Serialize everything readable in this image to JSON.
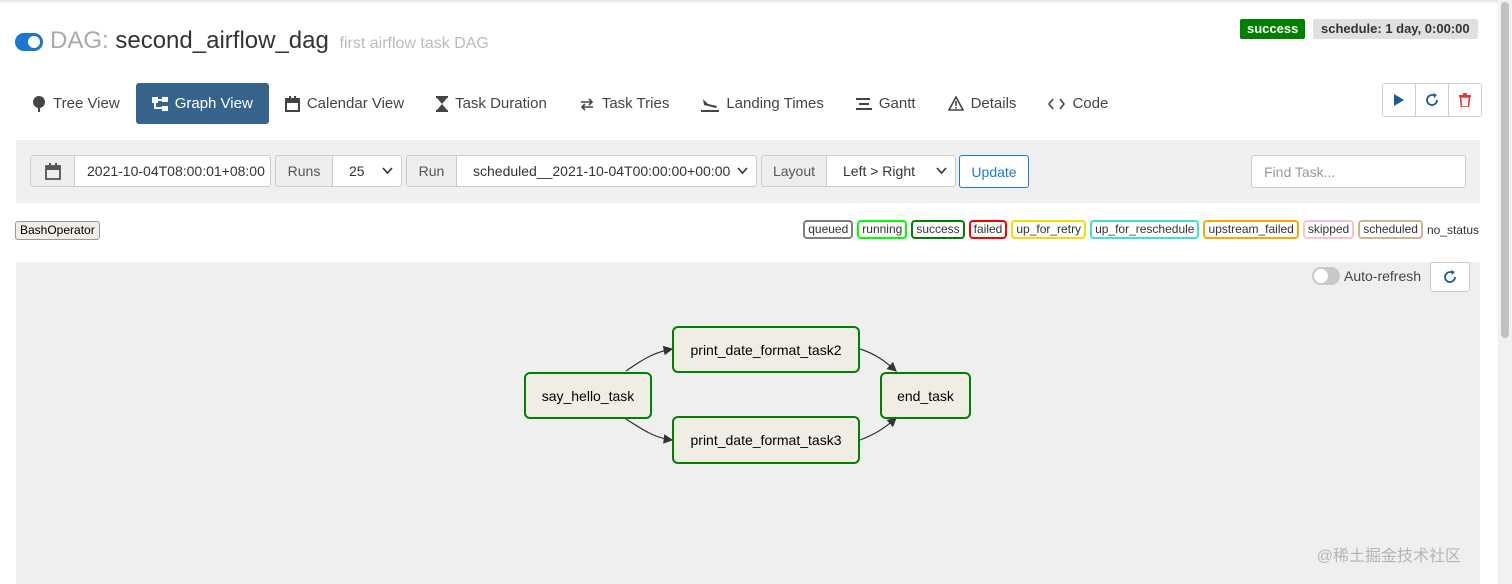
{
  "header": {
    "dag_prefix": "DAG:",
    "dag_name": "second_airflow_dag",
    "dag_description": "first airflow task DAG",
    "status": "success",
    "schedule": "schedule: 1 day, 0:00:00"
  },
  "tabs": [
    {
      "label": "Tree View",
      "icon": "tree-icon",
      "active": false
    },
    {
      "label": "Graph View",
      "icon": "graph-icon",
      "active": true
    },
    {
      "label": "Calendar View",
      "icon": "calendar-icon",
      "active": false
    },
    {
      "label": "Task Duration",
      "icon": "hourglass-icon",
      "active": false
    },
    {
      "label": "Task Tries",
      "icon": "retry-arrows-icon",
      "active": false
    },
    {
      "label": "Landing Times",
      "icon": "plane-landing-icon",
      "active": false
    },
    {
      "label": "Gantt",
      "icon": "gantt-icon",
      "active": false
    },
    {
      "label": "Details",
      "icon": "warning-icon",
      "active": false
    },
    {
      "label": "Code",
      "icon": "code-icon",
      "active": false
    }
  ],
  "actions": [
    "play-icon",
    "refresh-icon",
    "trash-icon"
  ],
  "filters": {
    "base_date": "2021-10-04T08:00:01+08:00",
    "runs_label": "Runs",
    "runs_value": "25",
    "run_label": "Run",
    "run_value": "scheduled__2021-10-04T00:00:00+00:00",
    "layout_label": "Layout",
    "layout_value": "Left > Right",
    "update_label": "Update",
    "find_placeholder": "Find Task..."
  },
  "operator": "BashOperator",
  "legend": [
    {
      "label": "queued",
      "color": "#808080"
    },
    {
      "label": "running",
      "color": "#00ff00"
    },
    {
      "label": "success",
      "color": "#008000"
    },
    {
      "label": "failed",
      "color": "#ff0000"
    },
    {
      "label": "up_for_retry",
      "color": "#ffd700"
    },
    {
      "label": "up_for_reschedule",
      "color": "#40e0d0"
    },
    {
      "label": "upstream_failed",
      "color": "#ffa500"
    },
    {
      "label": "skipped",
      "color": "#ffc0cb"
    },
    {
      "label": "scheduled",
      "color": "#d2b48c"
    },
    {
      "label": "no_status",
      "color": null
    }
  ],
  "graph": {
    "autorefresh_label": "Auto-refresh",
    "tasks": [
      {
        "id": "say_hello_task",
        "state": "success"
      },
      {
        "id": "print_date_format_task2",
        "state": "success"
      },
      {
        "id": "print_date_format_task3",
        "state": "success"
      },
      {
        "id": "end_task",
        "state": "success"
      }
    ]
  },
  "watermark": "@稀土掘金技术社区"
}
